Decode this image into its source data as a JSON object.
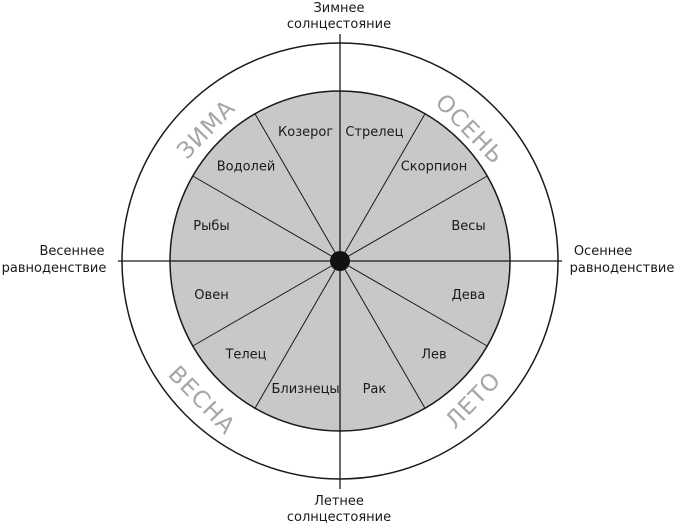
{
  "markers": {
    "top": [
      "Зимнее",
      "солнцестояние"
    ],
    "left": [
      "Весеннее",
      "равноденствие"
    ],
    "right": [
      "Осеннее",
      "равноденствие"
    ],
    "bottom": [
      "Летнее",
      "солнцестояние"
    ]
  },
  "seasons": {
    "winter": "ЗИМА",
    "autumn": "ОСЕНЬ",
    "spring": "ВЕСНА",
    "summer": "ЛЕТО"
  },
  "signs": [
    "Стрелец",
    "Скорпион",
    "Весы",
    "Дева",
    "Лев",
    "Рак",
    "Близнецы",
    "Телец",
    "Овен",
    "Рыбы",
    "Водолей",
    "Козерог"
  ],
  "colors": {
    "inner_fill": "#c8c8c8",
    "line": "#1a1a1a",
    "season_text": "#a6a6a6"
  }
}
